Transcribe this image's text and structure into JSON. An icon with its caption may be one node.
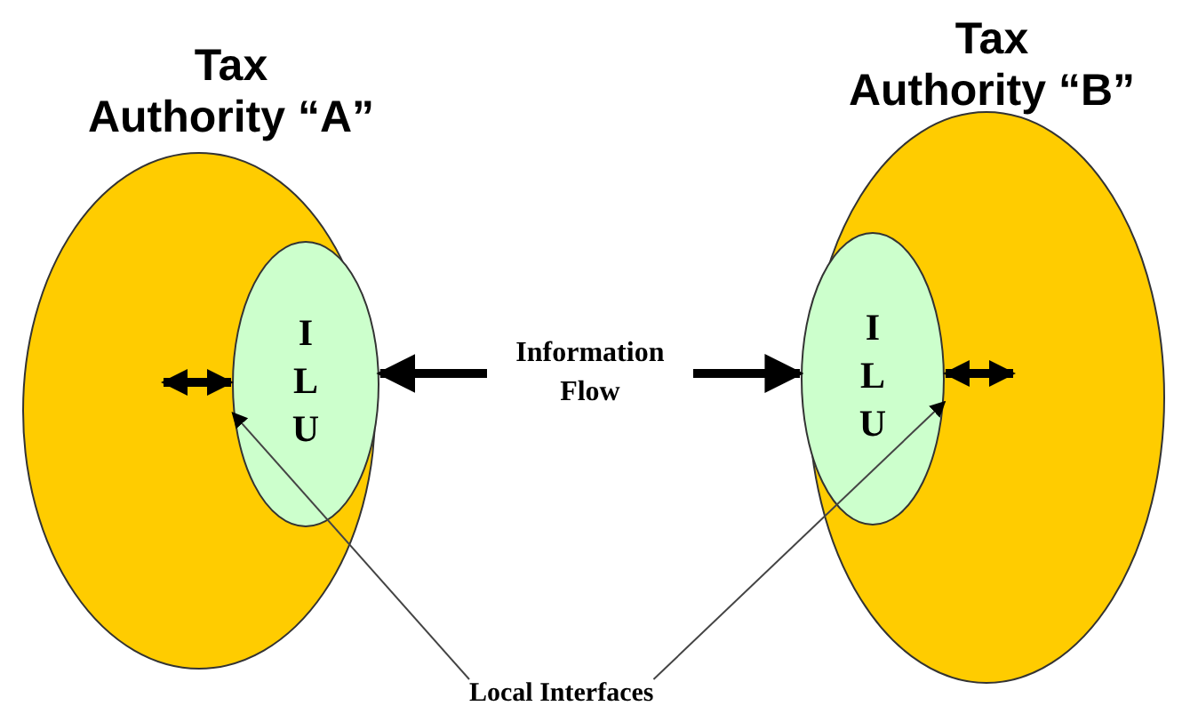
{
  "diagram": {
    "nodes": [
      {
        "text": [
          "Tax Authority “A”"
        ]
      },
      {
        "text": [
          "I L U"
        ],
        "in": 0
      },
      {
        "text": [
          "Tax Authority “B”"
        ]
      },
      {
        "text": [
          "I L U"
        ],
        "in": 2
      },
      {
        "text": [
          "Local Interfaces"
        ]
      }
    ],
    "edges": [
      {
        "from": null,
        "to": 1,
        "arrow": "both"
      },
      {
        "from": 1,
        "to": 3,
        "arrow": "both",
        "label": "Information Flow"
      },
      {
        "from": 3,
        "to": null,
        "arrow": "both"
      },
      {
        "from": 4,
        "to": 1,
        "arrow": "to"
      },
      {
        "from": 4,
        "to": 3,
        "arrow": "to"
      }
    ]
  }
}
